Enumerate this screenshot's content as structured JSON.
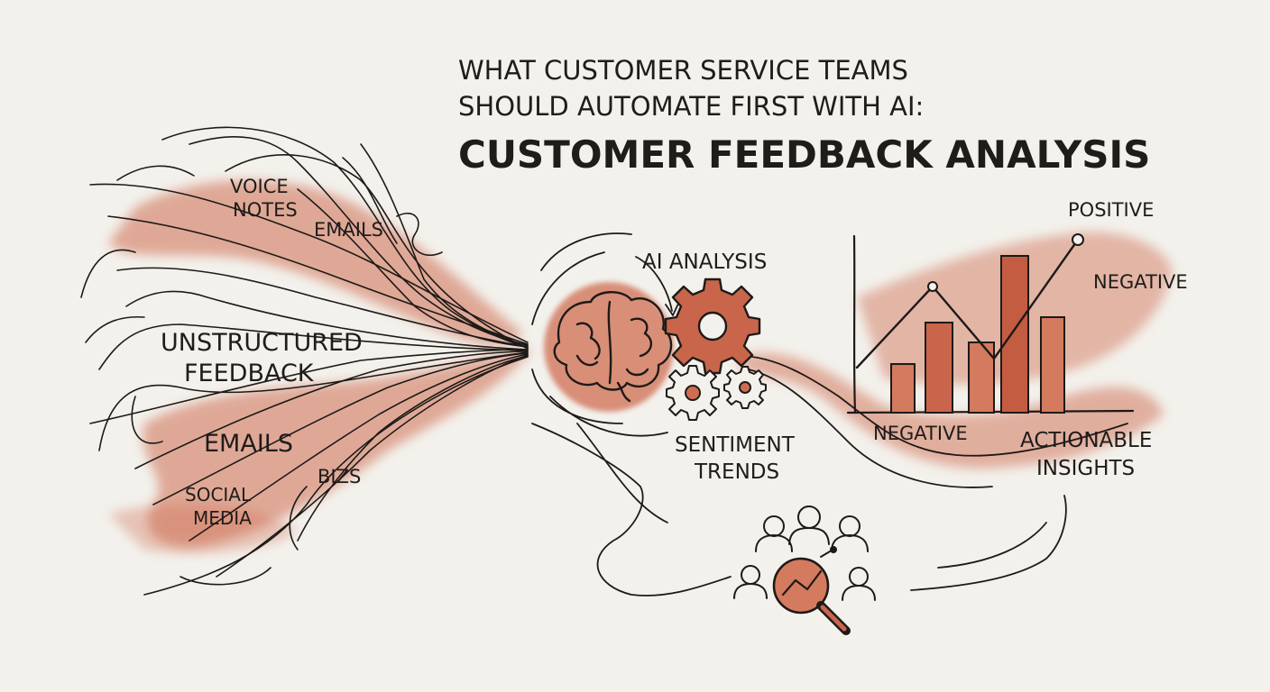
{
  "title": {
    "line1": "WHAT CUSTOMER SERVICE TEAMS",
    "line2": "SHOULD AUTOMATE FIRST WITH AI:",
    "main": "CUSTOMER FEEDBACK ANALYSIS"
  },
  "sources": {
    "voice_notes_1": "VOICE",
    "voice_notes_2": "NOTES",
    "emails_top": "EMAILS",
    "unstructured_1": "UNSTRUCTURED",
    "unstructured_2": "FEEDBACK",
    "emails_bottom": "EMAILS",
    "bizs": "BIZS",
    "social_1": "SOCIAL",
    "social_2": "MEDIA"
  },
  "process": {
    "ai_analysis": "AI ANALYSIS",
    "sentiment_1": "SENTIMENT",
    "sentiment_2": "TRENDS"
  },
  "chart": {
    "positive": "POSITIVE",
    "negative_top": "NEGATIVE",
    "negative_bottom": "NEGATIVE"
  },
  "outcome": {
    "actionable_1": "ACTIONABLE",
    "actionable_2": "INSIGHTS"
  },
  "colors": {
    "wash": "#cf6d51",
    "ink": "#1d1a18",
    "paper": "#f3f1ec"
  }
}
